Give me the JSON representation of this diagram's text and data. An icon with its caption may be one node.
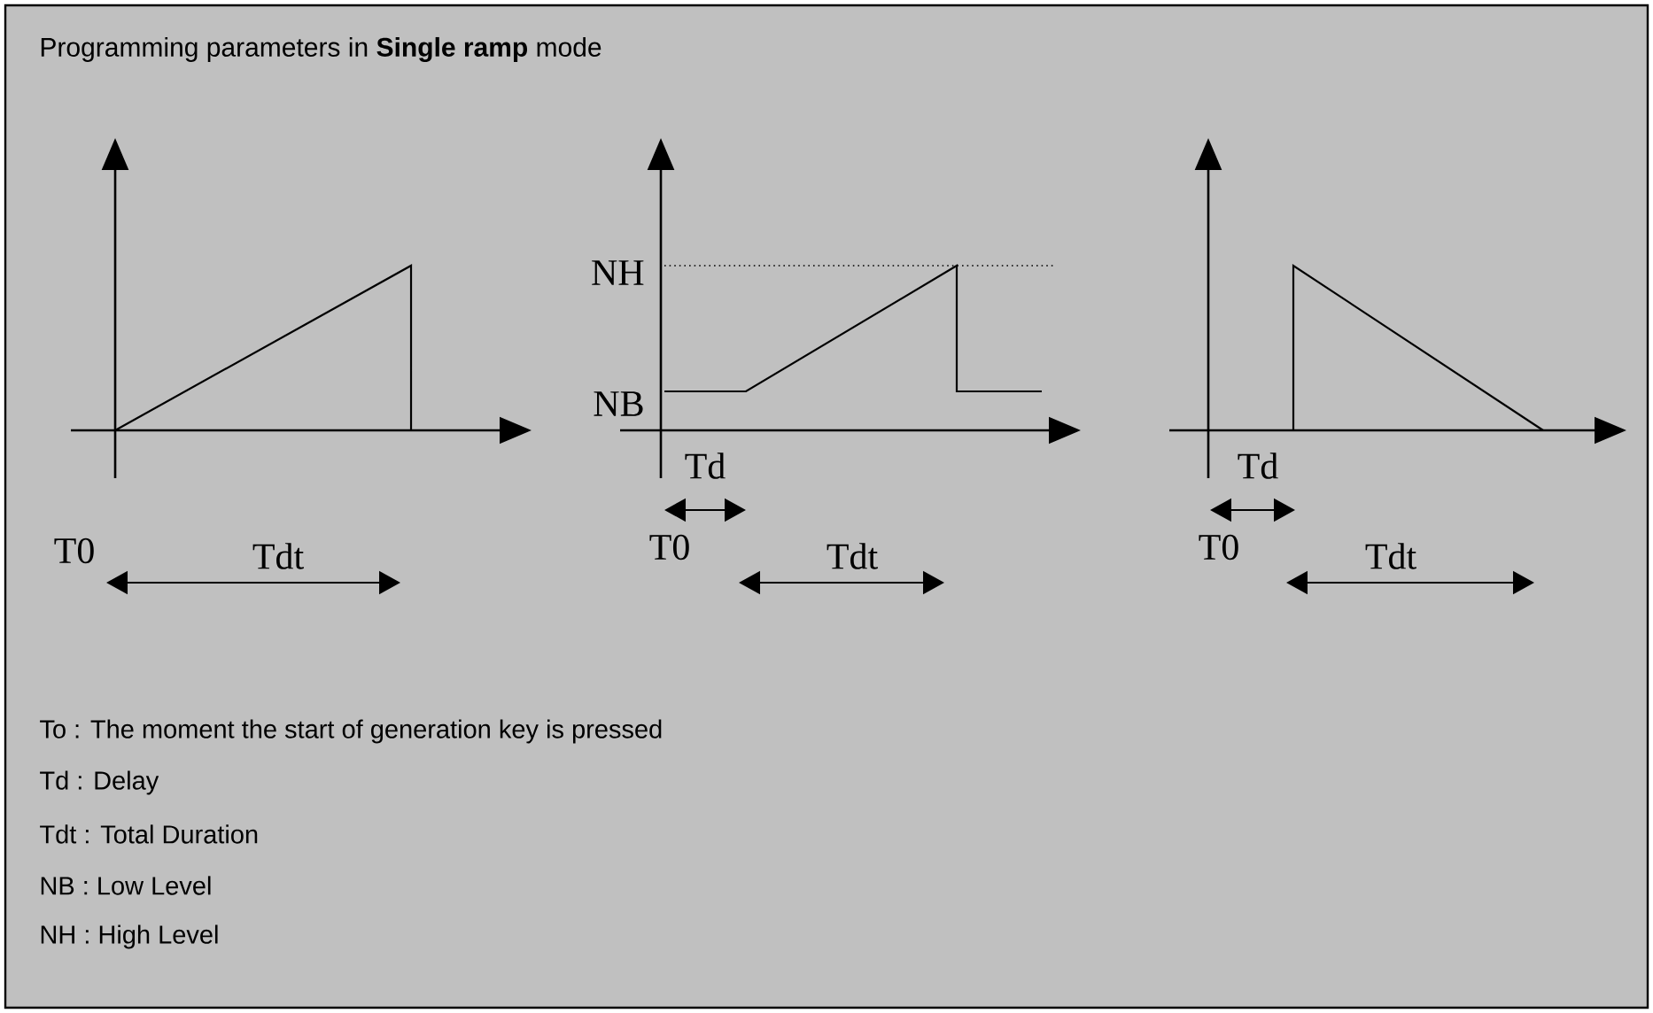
{
  "diagram": {
    "title": "Programming parameters in **Single ramp** mode",
    "labels": [
      "T0",
      "Tdt",
      "NH",
      "NB",
      "Td",
      "T0",
      "Tdt",
      "Td",
      "T0",
      "Tdt",
      "To : The moment the start of generation key is pressed",
      "Td : Delay",
      "Tdt : Total Duration",
      "NB : Low Level",
      "NH : High Level"
    ]
  }
}
